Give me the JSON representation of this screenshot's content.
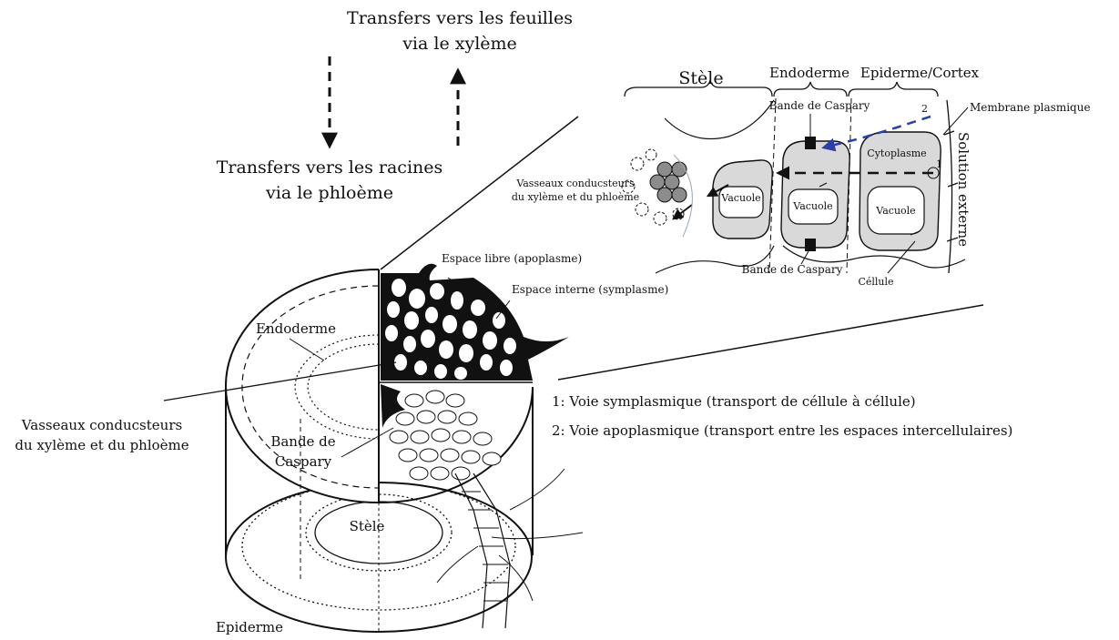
{
  "top_labels": {
    "to_leaves_line1": "Transfers vers les feuilles",
    "to_leaves_line2": "via le xylème",
    "to_roots_line1": "Transfers vers les racines",
    "to_roots_line2": "via le phloème"
  },
  "zoom_panel": {
    "stele": "Stèle",
    "endoderme": "Endoderme",
    "epiderme_cortex": "Epiderme/Cortex",
    "bande_caspary_top": "Bande de Caspary",
    "membrane": "Membrane plasmique",
    "cytoplasme": "Cytoplasme",
    "solution_externe": "Solution externe",
    "vaisseaux_line1": "Vasseaux conducsteurs",
    "vaisseaux_line2": "du xylème et du phloème",
    "vacuole_1": "Vacuole",
    "vacuole_2": "Vacuole",
    "vacuole_3": "Vacuole",
    "bande_caspary_bottom": "Bande de Caspary",
    "cellule": "Céllule",
    "path_1": "1",
    "path_2": "2"
  },
  "root_section": {
    "espace_libre": "Espace libre (apoplasme)",
    "espace_interne": "Espace interne (symplasme)",
    "endoderme": "Endoderme",
    "vaisseaux_line1": "Vasseaux conducsteurs",
    "vaisseaux_line2": "du xylème et du phloème",
    "bande_line1": "Bande de",
    "bande_line2": "Caspary",
    "stele": "Stèle",
    "epiderme": "Epiderme"
  },
  "legend": {
    "item1": "1: Voie symplasmique (transport de céllule à céllule)",
    "item2": "2: Voie apoplasmique (transport entre les espaces intercellulaires)"
  },
  "colors": {
    "ink": "#111111",
    "cell_fill": "#d9d9d9",
    "vessel_fill": "#8c8c8c",
    "apoplastic_arrow": "#2b3fa8",
    "light_stroke": "#9aa6b8"
  }
}
